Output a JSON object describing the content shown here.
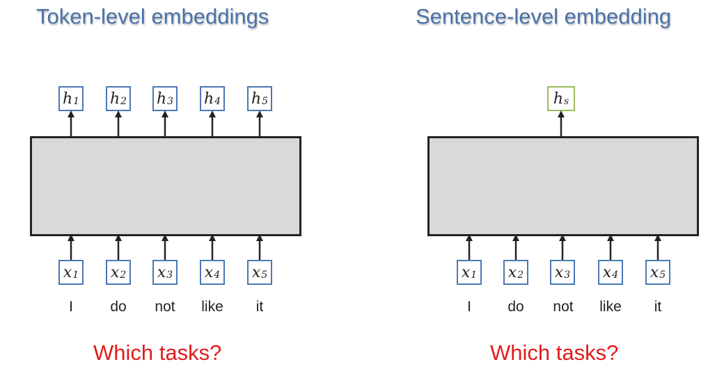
{
  "panels": [
    {
      "title": "Token-level embeddings",
      "outputs": [
        {
          "var": "h",
          "sub": "1"
        },
        {
          "var": "h",
          "sub": "2"
        },
        {
          "var": "h",
          "sub": "3"
        },
        {
          "var": "h",
          "sub": "4"
        },
        {
          "var": "h",
          "sub": "5"
        }
      ],
      "inputs": [
        {
          "var": "x",
          "sub": "1"
        },
        {
          "var": "x",
          "sub": "2"
        },
        {
          "var": "x",
          "sub": "3"
        },
        {
          "var": "x",
          "sub": "4"
        },
        {
          "var": "x",
          "sub": "5"
        }
      ],
      "words": [
        "I",
        "do",
        "not",
        "like",
        "it"
      ],
      "question": "Which tasks?"
    },
    {
      "title": "Sentence-level embedding",
      "outputs": [
        {
          "var": "h",
          "sub": "s"
        }
      ],
      "inputs": [
        {
          "var": "x",
          "sub": "1"
        },
        {
          "var": "x",
          "sub": "2"
        },
        {
          "var": "x",
          "sub": "3"
        },
        {
          "var": "x",
          "sub": "4"
        },
        {
          "var": "x",
          "sub": "5"
        }
      ],
      "words": [
        "I",
        "do",
        "not",
        "like",
        "it"
      ],
      "question": "Which tasks?"
    }
  ],
  "colors": {
    "title": "#4a72a8",
    "token_box_border": "#4a78b5",
    "sentence_output_border": "#9bbb59",
    "model_fill": "#d9d9d9",
    "question": "#e11b1b"
  }
}
